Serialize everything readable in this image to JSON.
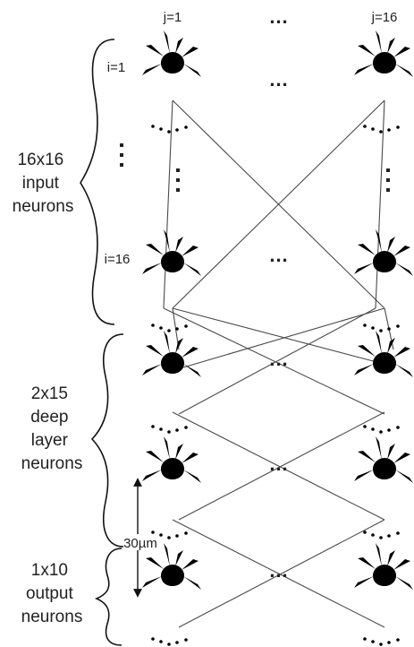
{
  "columns": {
    "first": "j=1",
    "last": "j=16"
  },
  "rows": {
    "first": "i=1",
    "last": "i=16"
  },
  "groups": {
    "input": [
      "16x16",
      "input",
      "neurons"
    ],
    "deep": [
      "2x15",
      "deep",
      "layer",
      "neurons"
    ],
    "output": [
      "1x10",
      "output",
      "neurons"
    ]
  },
  "scale_bar": "30µm",
  "ellipsis": "..."
}
